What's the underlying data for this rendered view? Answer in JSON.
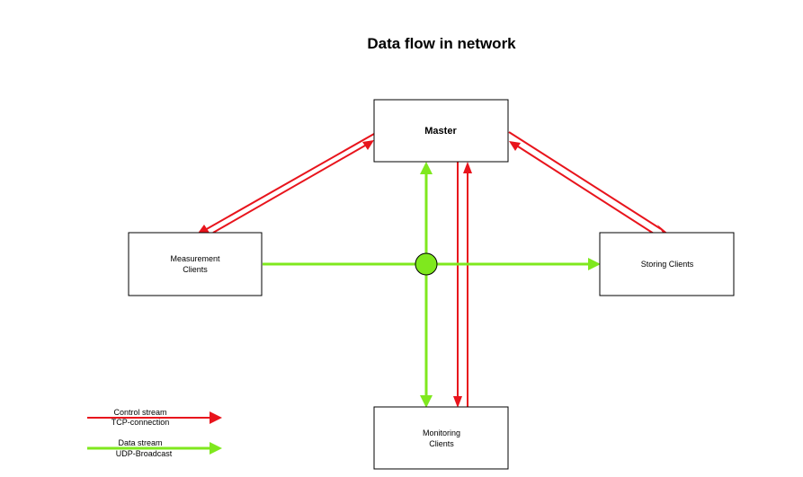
{
  "title": "Data flow in network",
  "nodes": {
    "master": {
      "label": "Master"
    },
    "measurement": {
      "line1": "Measurement",
      "line2": "Clients"
    },
    "storing": {
      "label": "Storing Clients"
    },
    "monitoring": {
      "line1": "Monitoring",
      "line2": "Clients"
    }
  },
  "legend": {
    "control": {
      "line1": "Control stream",
      "line2": "TCP-connection"
    },
    "data": {
      "line1": "Data stream",
      "line2": "UDP-Broadcast"
    }
  },
  "colors": {
    "control": "#e8141c",
    "data": "#7fe81e",
    "hub": "#7fe81e",
    "box_stroke": "#000000"
  }
}
